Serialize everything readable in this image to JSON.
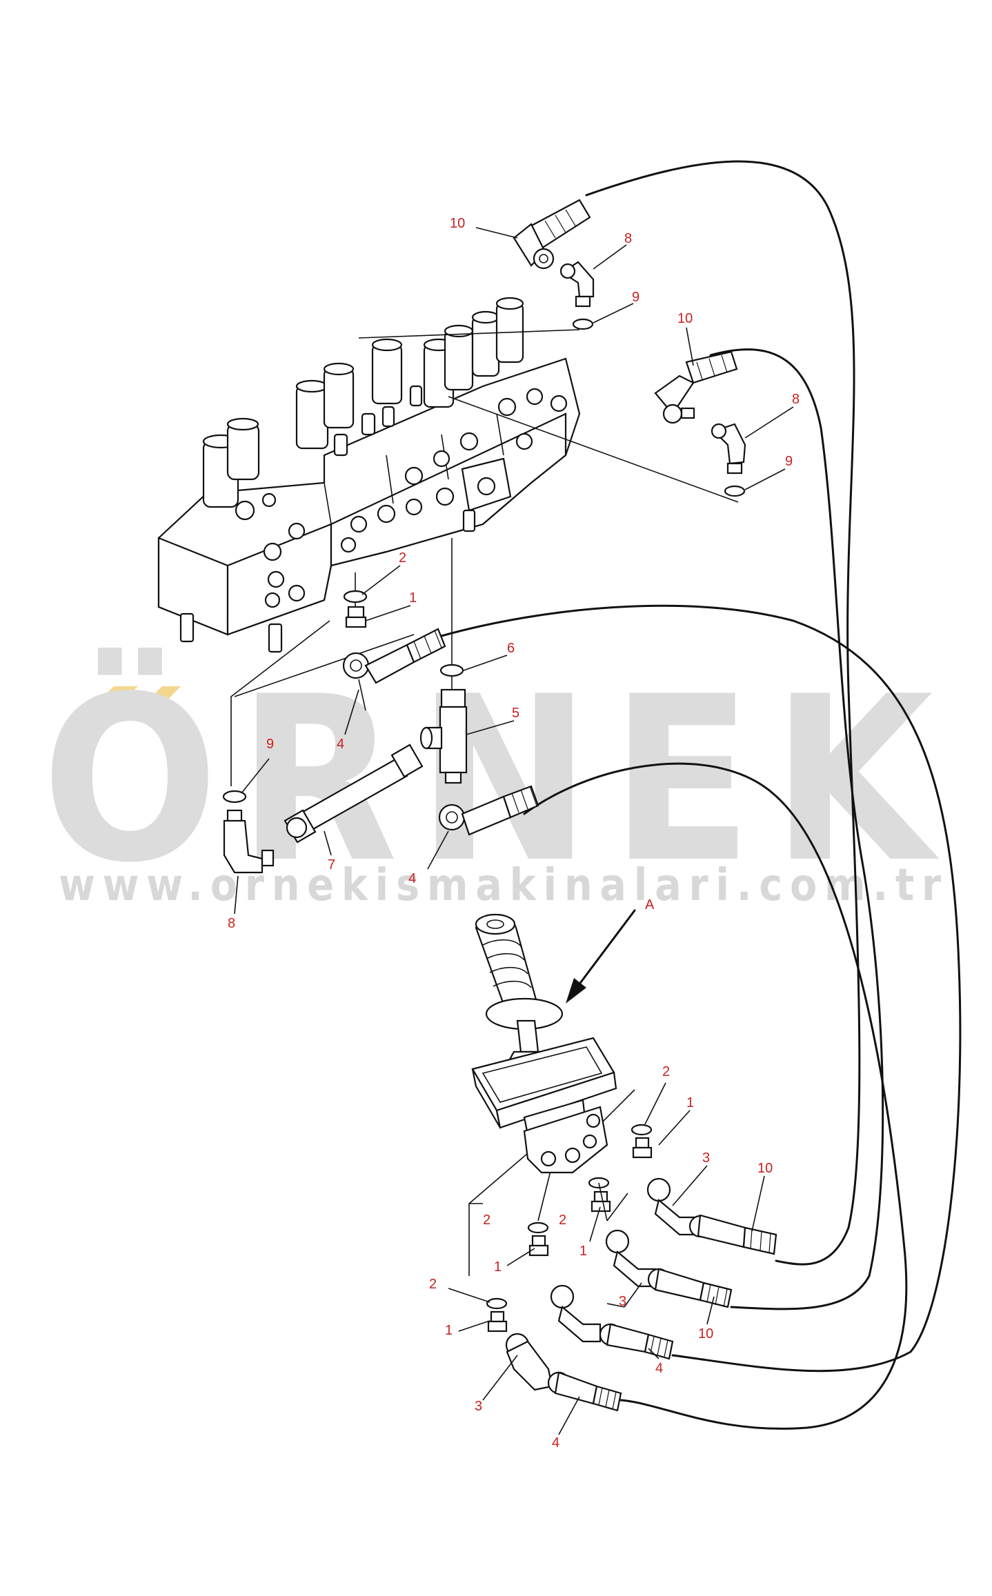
{
  "watermark": {
    "logo": "ÖRNEK",
    "url": "www.ornekismakinalari.com.tr",
    "accent_color": "#f4d78e",
    "gray_color": "#dcdcdc"
  },
  "view_label": "A",
  "callouts": [
    {
      "id": "c1",
      "text": "10"
    },
    {
      "id": "c2",
      "text": "8"
    },
    {
      "id": "c3",
      "text": "9"
    },
    {
      "id": "c4",
      "text": "10"
    },
    {
      "id": "c5",
      "text": "8"
    },
    {
      "id": "c6",
      "text": "9"
    },
    {
      "id": "c7",
      "text": "2"
    },
    {
      "id": "c8",
      "text": "1"
    },
    {
      "id": "c9",
      "text": "6"
    },
    {
      "id": "c10",
      "text": "5"
    },
    {
      "id": "c11",
      "text": "4"
    },
    {
      "id": "c12",
      "text": "9"
    },
    {
      "id": "c13",
      "text": "7"
    },
    {
      "id": "c14",
      "text": "4"
    },
    {
      "id": "c15",
      "text": "8"
    },
    {
      "id": "c16",
      "text": "2"
    },
    {
      "id": "c17",
      "text": "1"
    },
    {
      "id": "c18",
      "text": "3"
    },
    {
      "id": "c19",
      "text": "10"
    },
    {
      "id": "c20",
      "text": "2"
    },
    {
      "id": "c21",
      "text": "1"
    },
    {
      "id": "c22",
      "text": "2"
    },
    {
      "id": "c23",
      "text": "1"
    },
    {
      "id": "c24",
      "text": "3"
    },
    {
      "id": "c25",
      "text": "10"
    },
    {
      "id": "c26",
      "text": "2"
    },
    {
      "id": "c27",
      "text": "1"
    },
    {
      "id": "c28",
      "text": "4"
    },
    {
      "id": "c29",
      "text": "3"
    },
    {
      "id": "c30",
      "text": "4"
    }
  ]
}
